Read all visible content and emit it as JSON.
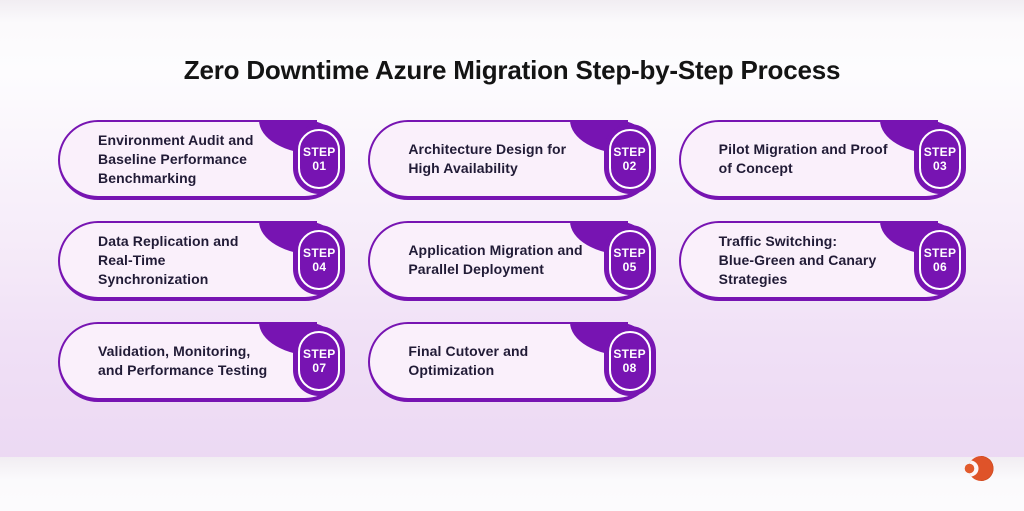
{
  "page": {
    "title": "Zero Downtime Azure Migration Step-by-Step Process"
  },
  "badge_label": "STEP",
  "steps": [
    {
      "number": "01",
      "title": "Environment Audit and\nBaseline Performance\nBenchmarking"
    },
    {
      "number": "02",
      "title": "Architecture Design for\nHigh Availability"
    },
    {
      "number": "03",
      "title": "Pilot Migration and Proof\nof Concept"
    },
    {
      "number": "04",
      "title": "Data Replication and\nReal-Time\nSynchronization"
    },
    {
      "number": "05",
      "title": "Application Migration and\nParallel Deployment"
    },
    {
      "number": "06",
      "title": "Traffic Switching:\nBlue-Green and Canary\nStrategies"
    },
    {
      "number": "07",
      "title": "Validation, Monitoring,\nand Performance Testing"
    },
    {
      "number": "08",
      "title": "Final Cutover and\nOptimization"
    }
  ],
  "colors": {
    "accent_purple": "#7714b2",
    "card_background": "#faf0fb",
    "card_text": "#211b36",
    "title_text": "#141414",
    "page_background_top": "#f1edf2",
    "page_background_bottom": "#ecd9f3",
    "badge_text": "#ffffff",
    "logo_orange": "#df5329"
  }
}
